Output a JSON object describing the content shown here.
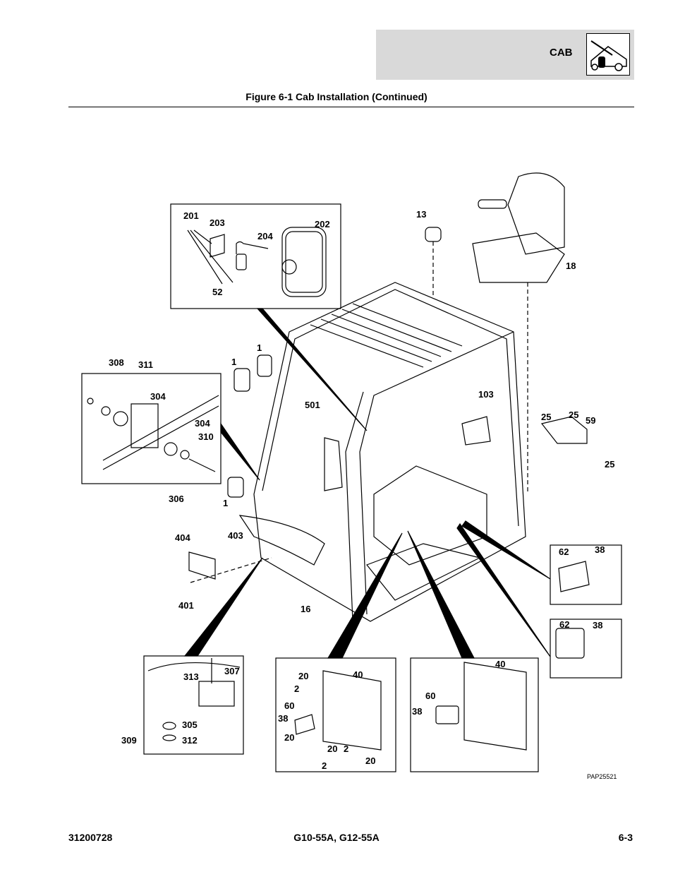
{
  "header": {
    "section_title": "CAB",
    "figure_title": "Figure 6-1 Cab Installation (Continued)"
  },
  "diagram": {
    "drawing_id": "PAP25521",
    "callouts": {
      "c201": "201",
      "c203": "203",
      "c204": "204",
      "c202": "202",
      "c52": "52",
      "c13": "13",
      "c18": "18",
      "c308": "308",
      "c311": "311",
      "c304a": "304",
      "c304b": "304",
      "c310": "310",
      "c306": "306",
      "c1a": "1",
      "c1b": "1",
      "c1c": "1",
      "c501": "501",
      "c103": "103",
      "c25a": "25",
      "c25b": "25",
      "c59": "59",
      "c25c": "25",
      "c404": "404",
      "c403": "403",
      "c401": "401",
      "c16": "16",
      "c62a": "62",
      "c38a": "38",
      "c62b": "62",
      "c38b": "38",
      "c307": "307",
      "c313": "313",
      "c305": "305",
      "c309": "309",
      "c312": "312",
      "c20a": "20",
      "c2a": "2",
      "c40a": "40",
      "c60a": "60",
      "c38c": "38",
      "c20b": "20",
      "c20c": "20",
      "c2b": "2",
      "c2c": "2",
      "c20d": "20",
      "c40b": "40",
      "c60b": "60",
      "c38d": "38"
    }
  },
  "footer": {
    "left": "31200728",
    "center": "G10-55A, G12-55A",
    "right": "6-3"
  }
}
